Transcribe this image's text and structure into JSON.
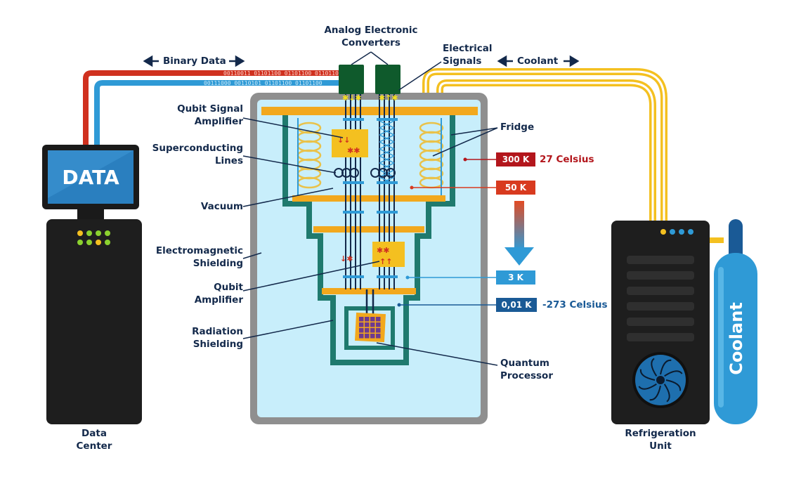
{
  "labels": {
    "analog_converters": [
      "Analog Electronic",
      "Converters"
    ],
    "electrical_signals": [
      "Electrical",
      "Signals"
    ],
    "binary_data": "Binary Data",
    "coolant_flow": "Coolant",
    "qubit_signal_amplifier": [
      "Qubit Signal",
      "Amplifier"
    ],
    "superconducting_lines": [
      "Superconducting",
      "Lines"
    ],
    "vacuum": "Vacuum",
    "electromagnetic_shielding": [
      "Electromagnetic",
      "Shielding"
    ],
    "qubit_amplifier": [
      "Qubit",
      "Amplifier"
    ],
    "radiation_shielding": [
      "Radiation",
      "Shielding"
    ],
    "fridge": "Fridge",
    "quantum_processor": [
      "Quantum",
      "Processor"
    ],
    "data_center": [
      "Data",
      "Center"
    ],
    "refrigeration_unit": [
      "Refrigeration",
      "Unit"
    ],
    "monitor_text": "DATA",
    "cylinder_text": "Coolant"
  },
  "binary_strings": {
    "red": "00110011 01101100 01101100 01101100",
    "blue": "00111000 00110101 01101100 01101100"
  },
  "temperatures": [
    {
      "value": "300 K",
      "note": "27 Celsius",
      "color": "#b3161c"
    },
    {
      "value": "50 K",
      "note": "",
      "color": "#d83a1f"
    },
    {
      "value": "3 K",
      "note": "",
      "color": "#2f9ad6"
    },
    {
      "value": "0,01 K",
      "note": "-273 Celsius",
      "color": "#1a5a96"
    }
  ],
  "colors": {
    "navy": "#13294b",
    "red_line": "#d0311f",
    "blue_line": "#2f9ad6",
    "coolant_pipe": "#f4c020",
    "vacuum": "#c8eefb",
    "shield_gray": "#8f8f8f",
    "shield_teal": "#1f7a6e",
    "plate": "#f2a81d",
    "converter": "#0f5a2c",
    "processor": "#6e3a8f"
  }
}
